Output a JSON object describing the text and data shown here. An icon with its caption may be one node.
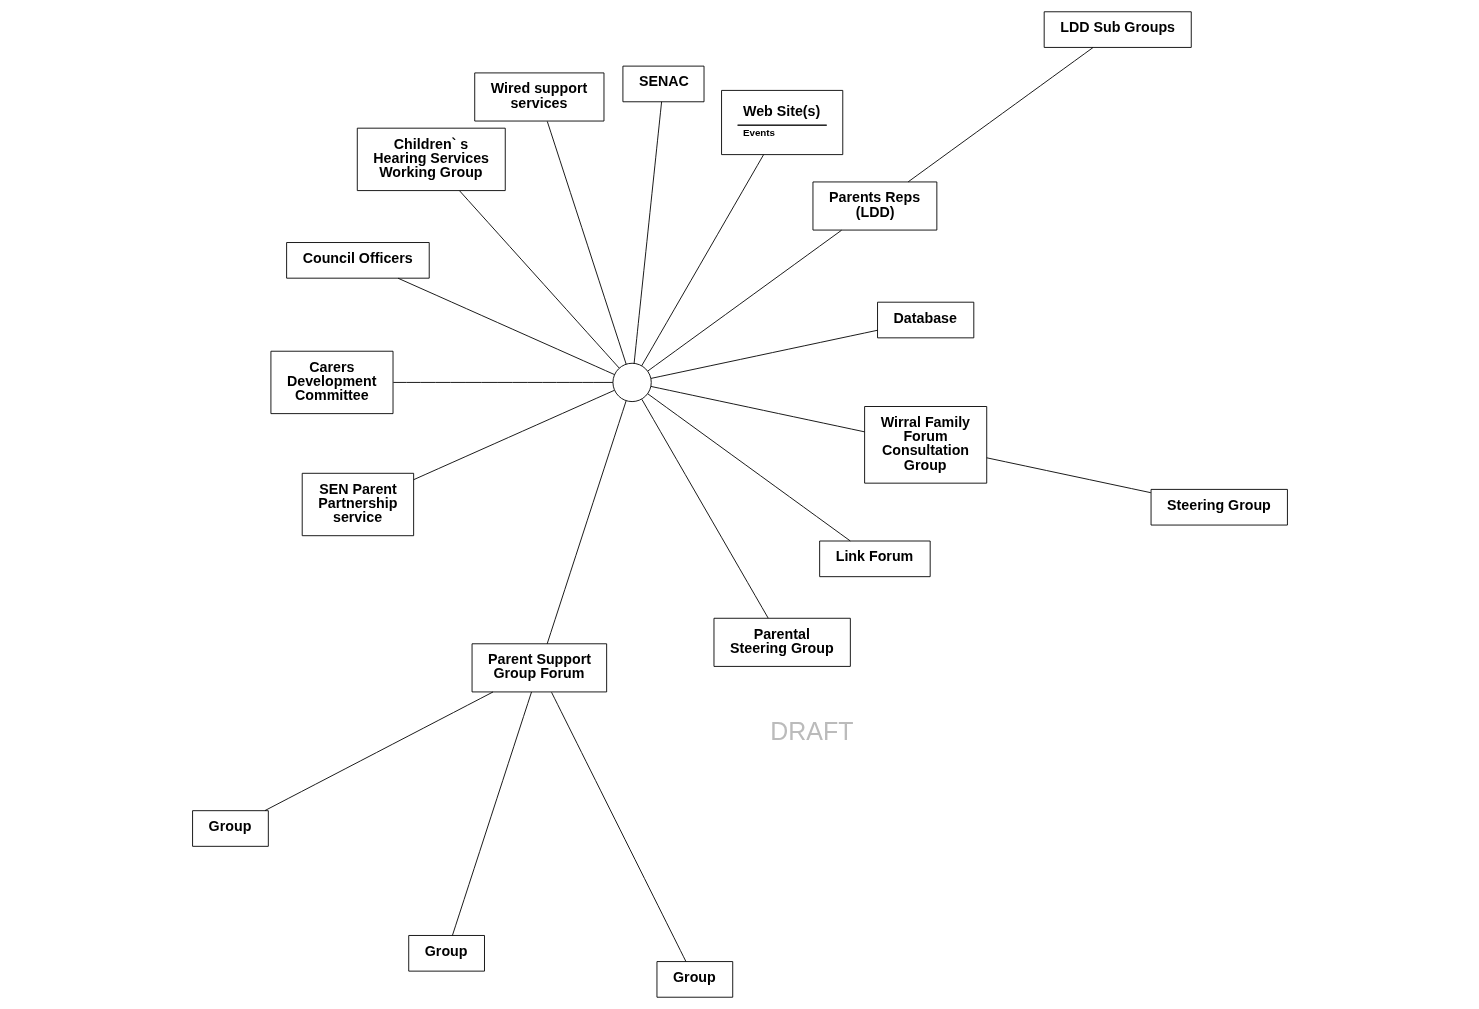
{
  "diagram": {
    "nodes": [
      {
        "text": [
          "Group"
        ]
      },
      {
        "text": [
          "Group"
        ]
      },
      {
        "text": [
          "Group"
        ]
      },
      {
        "text": [
          "SEN Parent Partnership service"
        ]
      },
      {
        "text": [
          "Parent Support Group Forum"
        ]
      },
      {
        "text": [
          "Parental Steering Group"
        ]
      },
      {
        "text": [
          "Link Forum"
        ]
      },
      {
        "text": [
          "Steering Group"
        ]
      },
      {
        "text": [
          "Wirral Family Forum Consultation Group"
        ]
      },
      {
        "text": [],
        "shape": "circle"
      },
      {
        "text": [
          "Database"
        ]
      },
      {
        "text": [
          "Parents Reps (LDD)"
        ]
      },
      {
        "text": [
          "LDD Sub Groups"
        ]
      },
      {
        "text": [
          "Web Site(s)",
          "Events"
        ]
      },
      {
        "text": [
          "SENAC"
        ]
      },
      {
        "text": [
          "Wired support services"
        ]
      },
      {
        "text": [
          "Children` s Hearing Services Working Group"
        ]
      },
      {
        "text": [
          "Council Officers"
        ]
      },
      {
        "text": [
          "Carers Development Committee"
        ]
      }
    ],
    "edges": [
      {
        "from": 0,
        "to": 4,
        "arrow": "none"
      },
      {
        "from": 1,
        "to": 4,
        "arrow": "none"
      },
      {
        "from": 2,
        "to": 4,
        "arrow": "none"
      },
      {
        "from": 4,
        "to": 9,
        "arrow": "none"
      },
      {
        "from": 3,
        "to": 9,
        "arrow": "none"
      },
      {
        "from": 5,
        "to": 9,
        "arrow": "none"
      },
      {
        "from": 6,
        "to": 9,
        "arrow": "none"
      },
      {
        "from": 8,
        "to": 9,
        "arrow": "none"
      },
      {
        "from": 7,
        "to": 8,
        "arrow": "none"
      },
      {
        "from": 9,
        "to": 10,
        "arrow": "none"
      },
      {
        "from": 9,
        "to": 13,
        "arrow": "none"
      },
      {
        "from": 9,
        "to": 15,
        "arrow": "none"
      },
      {
        "from": 9,
        "to": 18,
        "arrow": "none"
      },
      {
        "from": 9,
        "to": 14,
        "arrow": "none"
      },
      {
        "from": 9,
        "to": 17,
        "arrow": "none"
      },
      {
        "from": 9,
        "to": 16,
        "arrow": "none"
      },
      {
        "from": 9,
        "to": 11,
        "arrow": "none"
      },
      {
        "from": 11,
        "to": 12,
        "arrow": "none"
      }
    ],
    "labels": [
      "DRAFT"
    ]
  }
}
